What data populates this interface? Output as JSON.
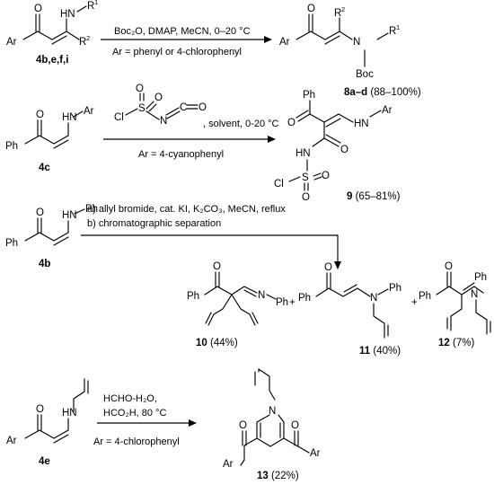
{
  "scheme": {
    "reaction1": {
      "start_label": "4b,e,f,i",
      "conditions_top": "Boc₂O, DMAP, MeCN, 0–20 °C",
      "conditions_bottom": "Ar = phenyl or 4-chlorophenyl",
      "product_label": "8a–d",
      "product_yield": " (88–100%)",
      "atoms": {
        "ar": "Ar",
        "hn": "HN",
        "r1": "R",
        "r1_sup": "1",
        "r2": "R",
        "r2_sup": "2",
        "n": "N",
        "boc": "Boc"
      }
    },
    "reaction2": {
      "start_label": "4c",
      "reagent_suffix": ", solvent, 0-20 °C",
      "conditions_bottom": "Ar = 4-cyanophenyl",
      "product_label": "9",
      "product_yield": " (65–81%)",
      "atoms": {
        "hn": "HN",
        "ar": "Ar",
        "ph": "Ph",
        "cl": "Cl",
        "s": "S",
        "n": "N",
        "c": "C",
        "o": "O",
        "h": "H"
      }
    },
    "reaction3": {
      "start_label": "4b",
      "step_a": "a) allyl bromide, cat. KI, K₂CO₃, MeCN, reflux",
      "step_b": "b) chromatographic separation",
      "products": [
        {
          "label": "10",
          "yield": " (44%)"
        },
        {
          "label": "11",
          "yield": " (40%)"
        },
        {
          "label": "12",
          "yield": " (7%)"
        }
      ],
      "plus": "+",
      "atoms": {
        "hn": "HN",
        "ph": "Ph",
        "n": "N"
      }
    },
    "reaction4": {
      "start_label": "4e",
      "conditions_line1": "HCHO-H₂O,",
      "conditions_line2": "HCO₂H, 80 °C",
      "conditions_bottom": "Ar = 4-chlorophenyl",
      "product_label": "13",
      "product_yield": " (22%)",
      "atoms": {
        "ar": "Ar",
        "hn": "HN",
        "n": "N",
        "o": "O"
      }
    }
  }
}
